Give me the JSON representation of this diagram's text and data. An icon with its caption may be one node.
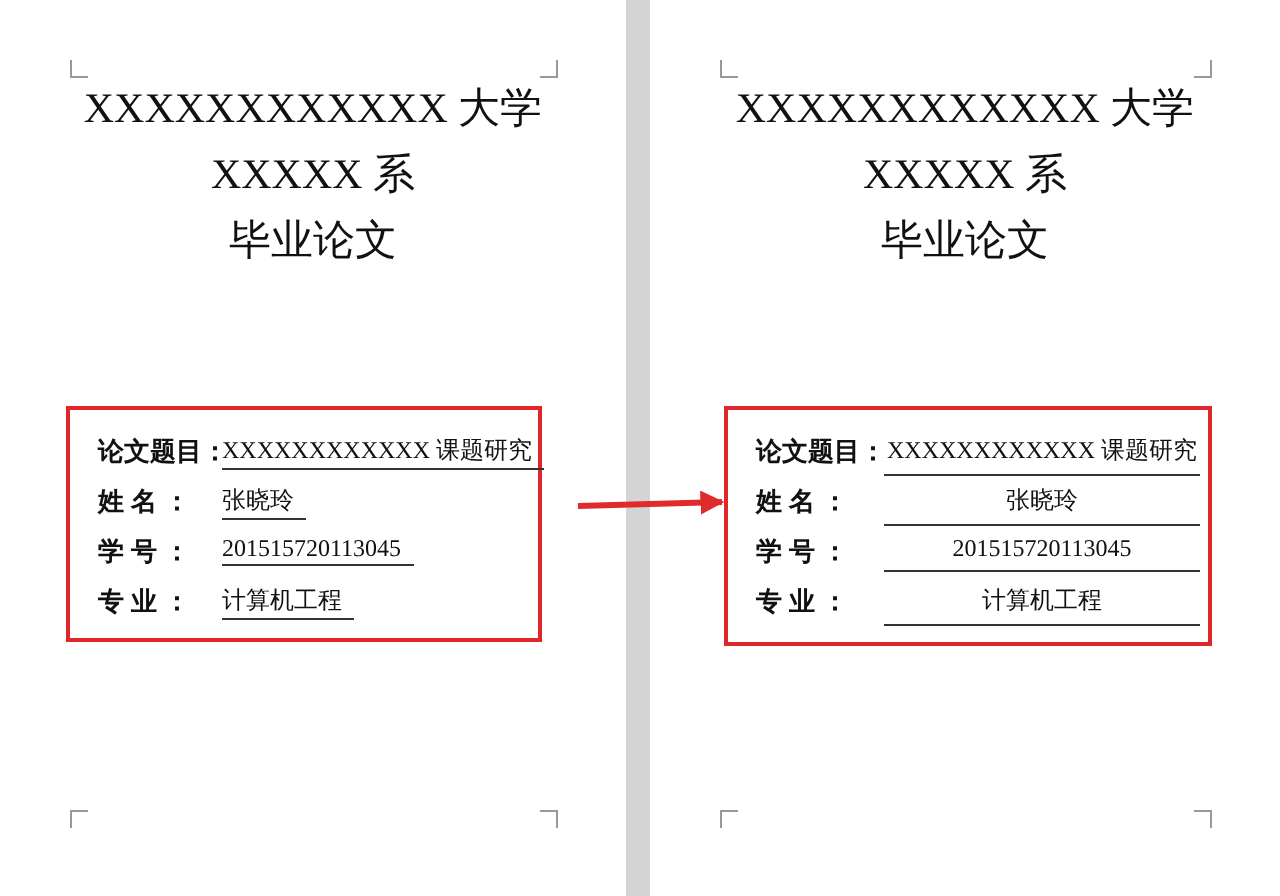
{
  "diagram": {
    "nodes": [
      {
        "text": [
          "XXXXXXXXXXXX 大学",
          "XXXXX 系",
          "毕业论文"
        ]
      },
      {
        "text": [
          "论文题目：",
          "XXXXXXXXXXXX 课题研究",
          "姓 名 ：",
          "张晓玲",
          "学 号 ：",
          "201515720113045",
          "专 业 ：",
          "计算机工程"
        ],
        "in": 0
      },
      {
        "text": [
          "XXXXXXXXXXXX 大学",
          "XXXXX 系",
          "毕业论文"
        ]
      },
      {
        "text": [
          "论文题目：",
          "XXXXXXXXXXXX 课题研究",
          "姓 名 ：",
          "张晓玲",
          "学 号 ：",
          "201515720113045",
          "专 业 ：",
          "计算机工程"
        ],
        "in": 2
      }
    ],
    "edges": [
      {
        "from": 1,
        "to": 3,
        "arrow": "to",
        "color": "#e02b2b"
      }
    ]
  }
}
